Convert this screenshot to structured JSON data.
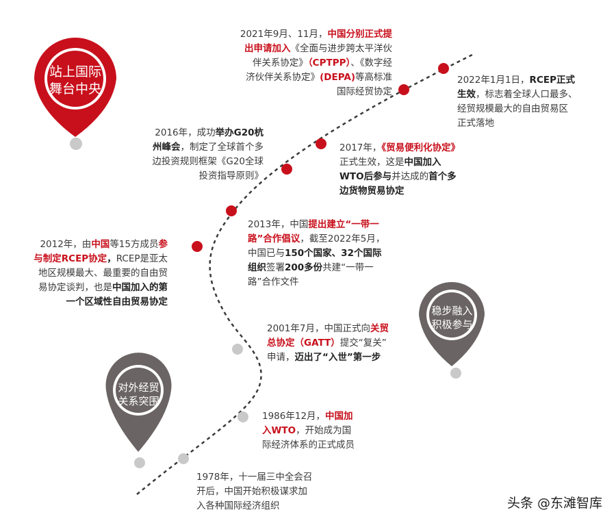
{
  "colors": {
    "red": "#c8101c",
    "gray": "#6b6464",
    "node_gray": "#c9c9c9",
    "path": "#3a3a3a"
  },
  "pins": [
    {
      "id": "stage-1",
      "label_lines": [
        "对外经贸",
        "关系突围"
      ],
      "color": "#6b6464"
    },
    {
      "id": "stage-2",
      "label_lines": [
        "稳步融入",
        "积极参与"
      ],
      "color": "#6b6464"
    },
    {
      "id": "stage-3",
      "label_lines": [
        "站上国际",
        "舞台中央"
      ],
      "color": "#c8101c"
    }
  ],
  "events": [
    {
      "id": "e1978",
      "node": "gray",
      "segments": [
        [
          "t",
          "1978年，十一届三中全会召"
        ],
        [
          "br"
        ],
        [
          "t",
          "开后，中国开始积极谋求加"
        ],
        [
          "br"
        ],
        [
          "t",
          "入各种国际经济组织"
        ]
      ]
    },
    {
      "id": "e1986",
      "node": "gray",
      "segments": [
        [
          "t",
          "1986年12月，"
        ],
        [
          "hl",
          "中国加"
        ],
        [
          "br"
        ],
        [
          "hl",
          "入WTO"
        ],
        [
          "t",
          "，开始成为国"
        ],
        [
          "br"
        ],
        [
          "t",
          "际经济体系的正式成员"
        ]
      ]
    },
    {
      "id": "e2001",
      "node": "gray",
      "segments": [
        [
          "t",
          "2001年7月，中国正式向"
        ],
        [
          "hl",
          "关贸"
        ],
        [
          "br"
        ],
        [
          "hl",
          "总协定（GATT）"
        ],
        [
          "t",
          "提交“复关”"
        ],
        [
          "br"
        ],
        [
          "t",
          "申请，"
        ],
        [
          "b",
          "迈出了“入世”第一步"
        ]
      ]
    },
    {
      "id": "e2012",
      "node": "red",
      "segments": [
        [
          "t",
          "2012年，由"
        ],
        [
          "hl",
          "中国"
        ],
        [
          "t",
          "等15方成员"
        ],
        [
          "hl",
          "参"
        ],
        [
          "br"
        ],
        [
          "hl",
          "与制定RCEP协定"
        ],
        [
          "b",
          "，"
        ],
        [
          "t",
          "RCEP是亚太"
        ],
        [
          "br"
        ],
        [
          "t",
          "地区规模最大、最重要的自由贸"
        ],
        [
          "br"
        ],
        [
          "t",
          "易协定谈判，也是"
        ],
        [
          "b",
          "中国加入的第"
        ],
        [
          "br"
        ],
        [
          "b",
          "一个区域性自由贸易协定"
        ]
      ]
    },
    {
      "id": "e2013",
      "node": "red",
      "segments": [
        [
          "t",
          "2013年，中国"
        ],
        [
          "hl",
          "提出建立“一带一"
        ],
        [
          "br"
        ],
        [
          "hl",
          "路”合作倡议"
        ],
        [
          "t",
          "，截至2022年5月，"
        ],
        [
          "br"
        ],
        [
          "t",
          "中国已与"
        ],
        [
          "b",
          "150个国家、32个国际"
        ],
        [
          "br"
        ],
        [
          "b",
          "组织"
        ],
        [
          "t",
          "签署"
        ],
        [
          "b",
          "200多份"
        ],
        [
          "t",
          "共建“一带一"
        ],
        [
          "br"
        ],
        [
          "t",
          "路”合作文件"
        ]
      ]
    },
    {
      "id": "e2016",
      "node": "red",
      "segments": [
        [
          "t",
          "2016年，成功"
        ],
        [
          "b",
          "举办G20杭"
        ],
        [
          "br"
        ],
        [
          "b",
          "州峰会"
        ],
        [
          "t",
          "，制定了全球首个多"
        ],
        [
          "br"
        ],
        [
          "t",
          "边投资规则框架《G20全球"
        ],
        [
          "br"
        ],
        [
          "t",
          "投资指导原则》"
        ]
      ]
    },
    {
      "id": "e2017",
      "node": "red",
      "segments": [
        [
          "t",
          "2017年，"
        ],
        [
          "hl",
          "《贸易便利化协定》"
        ],
        [
          "br"
        ],
        [
          "t",
          "正式生效，这是"
        ],
        [
          "b",
          "中国加入"
        ],
        [
          "br"
        ],
        [
          "b",
          "WTO后参与"
        ],
        [
          "t",
          "并达成的"
        ],
        [
          "b",
          "首个多"
        ],
        [
          "br"
        ],
        [
          "b",
          "边货物贸易协定"
        ]
      ]
    },
    {
      "id": "e2021",
      "node": "red",
      "segments": [
        [
          "t",
          "2021年9月、11月，"
        ],
        [
          "hl",
          "中国分别正式提"
        ],
        [
          "br"
        ],
        [
          "hl",
          "出申请加入"
        ],
        [
          "t",
          "《全面与进步跨太平洋伙"
        ],
        [
          "br"
        ],
        [
          "t",
          "伴关系协定》"
        ],
        [
          "hl",
          "（CPTPP）"
        ],
        [
          "t",
          "、《数字经"
        ],
        [
          "br"
        ],
        [
          "t",
          "济伙伴关系协定》"
        ],
        [
          "hl",
          "(DEPA)"
        ],
        [
          "t",
          "等高标准"
        ],
        [
          "br"
        ],
        [
          "t",
          "国际经贸协定"
        ]
      ]
    },
    {
      "id": "e2022",
      "node": "red",
      "segments": [
        [
          "t",
          "2022年1月1日，"
        ],
        [
          "b",
          "RCEP正式"
        ],
        [
          "br"
        ],
        [
          "b",
          "生效"
        ],
        [
          "t",
          "，标志着全球人口最多、"
        ],
        [
          "br"
        ],
        [
          "t",
          "经贸规模最大的自由贸易区"
        ],
        [
          "br"
        ],
        [
          "t",
          "正式落地"
        ]
      ]
    }
  ],
  "watermark": "头条 @东滩智库"
}
